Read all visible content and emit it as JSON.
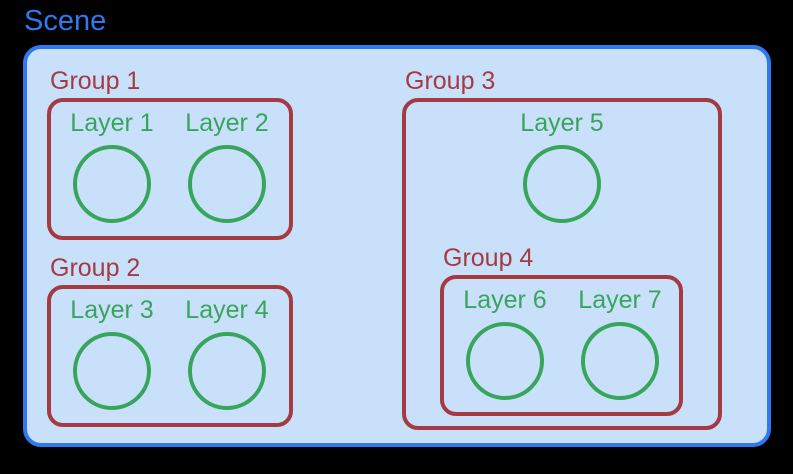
{
  "colors": {
    "background": "#000000",
    "scene_blue": "#2e79f0",
    "scene_fill": "#c9e0fa",
    "group_red": "#a43b42",
    "layer_green": "#38a55c"
  },
  "scene": {
    "title": "Scene",
    "groups": [
      {
        "label": "Group 1",
        "layers": [
          {
            "label": "Layer 1"
          },
          {
            "label": "Layer 2"
          }
        ]
      },
      {
        "label": "Group 2",
        "layers": [
          {
            "label": "Layer 3"
          },
          {
            "label": "Layer 4"
          }
        ]
      },
      {
        "label": "Group 3",
        "layers": [
          {
            "label": "Layer 5"
          }
        ],
        "subgroup": {
          "label": "Group 4",
          "layers": [
            {
              "label": "Layer 6"
            },
            {
              "label": "Layer 7"
            }
          ]
        }
      }
    ]
  }
}
